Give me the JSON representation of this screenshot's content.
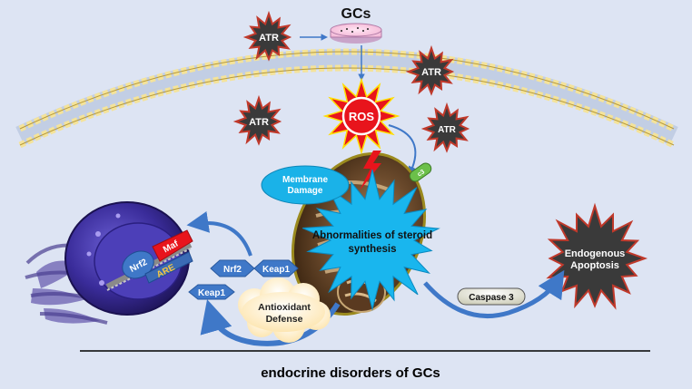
{
  "figure": {
    "title": "GCs",
    "caption": "endocrine disorders of GCs",
    "atr_label": "ATR",
    "ros_label": "ROS",
    "membrane_damage": [
      "Membrane",
      "Damage"
    ],
    "abnormalities": [
      "Abnormalities of steroid",
      "synthesis"
    ],
    "endogenous_apoptosis": [
      "Endogenous",
      "Apoptosis"
    ],
    "caspase": "Caspase 3",
    "antioxidant_defense": [
      "Antioxidant",
      "Defense"
    ],
    "nrf2": "Nrf2",
    "keap1": "Keap1",
    "maf": "Maf",
    "are": "ARE",
    "c3": "c3"
  },
  "colors": {
    "background": "#dde4f3",
    "star_fill": "#3a3a3a",
    "star_edge": "#c0392b",
    "ros_red": "#e8141c",
    "arrow_blue": "#3f78c8",
    "cyan_burst": "#19b6ee",
    "nucleus_purple": "#3a2c9a",
    "mito_brown": "#6b4a2c",
    "cloud": "#fff1cf"
  },
  "icons": [
    "atr-star-icon",
    "petri-dish-icon",
    "ros-burst-icon",
    "mitochondrion-icon",
    "nucleus-icon",
    "lightning-icon"
  ]
}
